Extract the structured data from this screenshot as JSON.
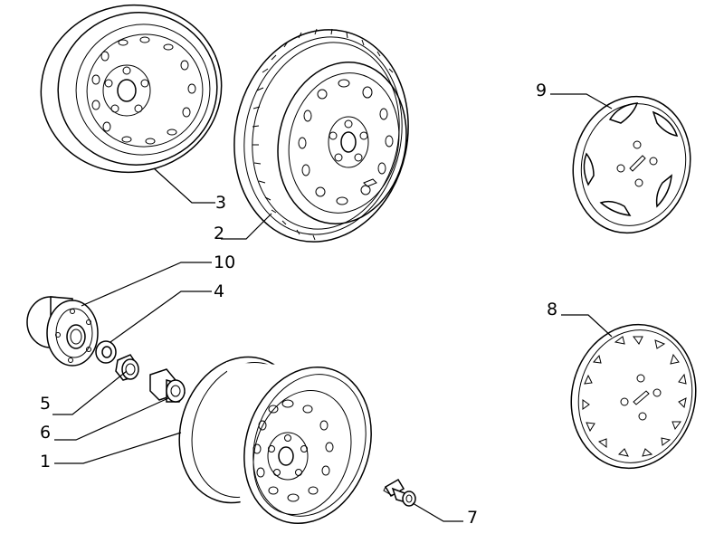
{
  "callouts": {
    "rim_steel_spare": "3",
    "wheel_with_tyre": "2",
    "hub": "10",
    "washer": "4",
    "nut_short": "5",
    "nut_long": "6",
    "rim_steel": "1",
    "bolt": "7",
    "hubcap_five_slot": "9",
    "hubcap_multi_slot": "8"
  },
  "colors": {
    "line": "#000000",
    "background": "#ffffff"
  }
}
